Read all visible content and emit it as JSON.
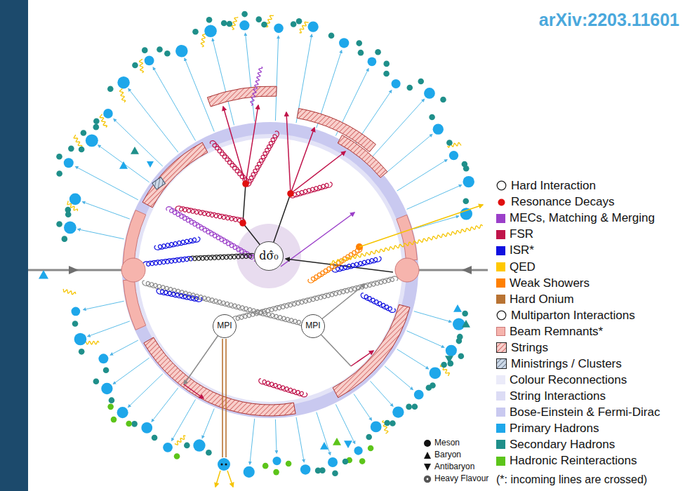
{
  "diagram": {
    "nodes": [
      {
        "text": [
          "dσ̂₀"
        ]
      },
      {
        "text": [
          "MPI"
        ]
      },
      {
        "text": [
          "MPI"
        ]
      }
    ],
    "labels": [
      "arXiv:2203.11601",
      "(*: incoming lines are crossed)"
    ],
    "legend": [
      {
        "text": "Hard Interaction"
      },
      {
        "text": "Resonance Decays"
      },
      {
        "text": "MECs, Matching & Merging",
        "color": "#9b3fc9"
      },
      {
        "text": "FSR",
        "color": "#c0134a"
      },
      {
        "text": "ISR*",
        "color": "#1010e0"
      },
      {
        "text": "QED",
        "color": "#ffc800"
      },
      {
        "text": "Weak Showers",
        "color": "#ff8000"
      },
      {
        "text": "Hard Onium",
        "color": "#b87333"
      },
      {
        "text": "Multiparton Interactions"
      },
      {
        "text": "Beam Remnants*",
        "color": "#f6b4ad"
      },
      {
        "text": "Strings"
      },
      {
        "text": "Ministrings / Clusters"
      },
      {
        "text": "Colour Reconnections",
        "color": "#ebebf9"
      },
      {
        "text": "String Interactions",
        "color": "#dcdcf5"
      },
      {
        "text": "Bose-Einstein & Fermi-Dirac",
        "color": "#c9c9f0"
      },
      {
        "text": "Primary Hadrons",
        "color": "#1ea7ea"
      },
      {
        "text": "Secondary Hadrons",
        "color": "#1f8f8a"
      },
      {
        "text": "Hadronic Reinteractions",
        "color": "#5cc41a"
      },
      {
        "text": "Meson"
      },
      {
        "text": "Baryon"
      },
      {
        "text": "Antibaryon"
      },
      {
        "text": "Heavy Flavour"
      }
    ]
  }
}
